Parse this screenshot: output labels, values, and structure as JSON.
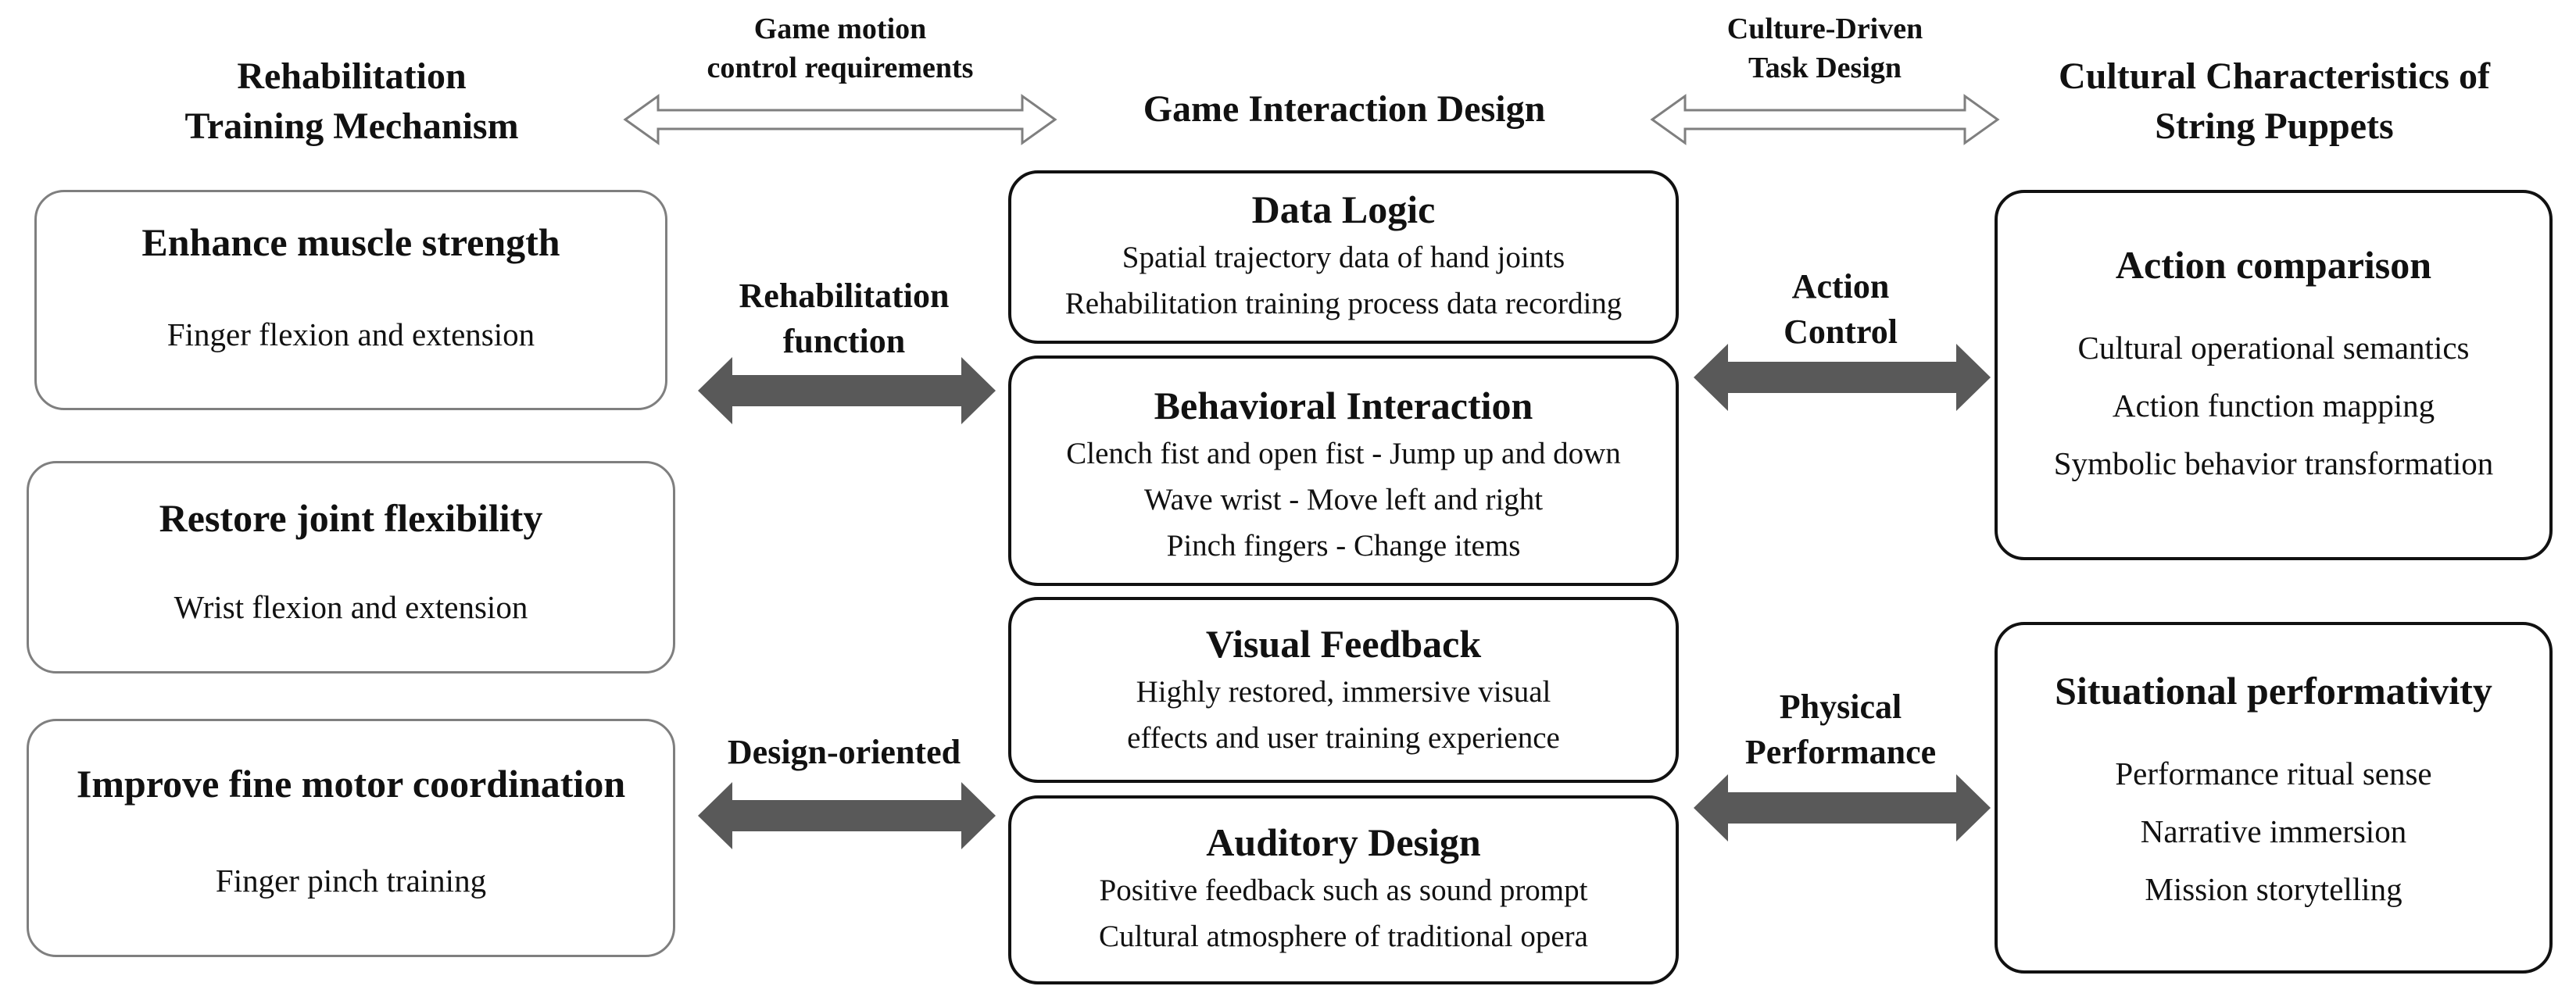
{
  "columns": {
    "left": {
      "title_line1": "Rehabilitation",
      "title_line2": "Training Mechanism"
    },
    "middle": {
      "title": "Game Interaction Design"
    },
    "right": {
      "title_line1": "Cultural Characteristics of",
      "title_line2": "String Puppets"
    }
  },
  "top_arrows": {
    "left_label_line1": "Game motion",
    "left_label_line2": "control requirements",
    "right_label_line1": "Culture-Driven",
    "right_label_line2": "Task Design"
  },
  "left_boxes": [
    {
      "title": "Enhance muscle strength",
      "lines": [
        "Finger flexion and extension"
      ]
    },
    {
      "title": "Restore joint flexibility",
      "lines": [
        "Wrist flexion and extension"
      ]
    },
    {
      "title": "Improve fine motor coordination",
      "lines": [
        "Finger pinch training"
      ]
    }
  ],
  "middle_boxes": [
    {
      "title": "Data Logic",
      "lines": [
        "Spatial trajectory data of hand joints",
        "Rehabilitation training process data recording"
      ]
    },
    {
      "title": "Behavioral Interaction",
      "lines": [
        "Clench fist and open fist - Jump up and down",
        "Wave wrist - Move left and right",
        "Pinch fingers - Change items"
      ]
    },
    {
      "title": "Visual Feedback",
      "lines": [
        "Highly restored, immersive visual",
        "effects and user training experience"
      ]
    },
    {
      "title": "Auditory Design",
      "lines": [
        "Positive feedback such as sound prompt",
        "Cultural atmosphere of traditional opera"
      ]
    }
  ],
  "right_boxes": [
    {
      "title": "Action comparison",
      "lines": [
        "Cultural operational semantics",
        "Action function mapping",
        "Symbolic behavior transformation"
      ]
    },
    {
      "title": "Situational performativity",
      "lines": [
        "Performance ritual sense",
        "Narrative immersion",
        "Mission storytelling"
      ]
    }
  ],
  "connector_arrows": {
    "left_upper": {
      "line1": "Rehabilitation",
      "line2": "function"
    },
    "left_lower": {
      "line1": "Design-oriented"
    },
    "right_upper": {
      "line1": "Action",
      "line2": "Control"
    },
    "right_lower": {
      "line1": "Physical",
      "line2": "Performance"
    }
  },
  "colors": {
    "arrow_fill": "#595959",
    "outline_arrow": "#7f7f7f",
    "left_box_border": "#7f7f7f",
    "box_border": "#111111"
  }
}
